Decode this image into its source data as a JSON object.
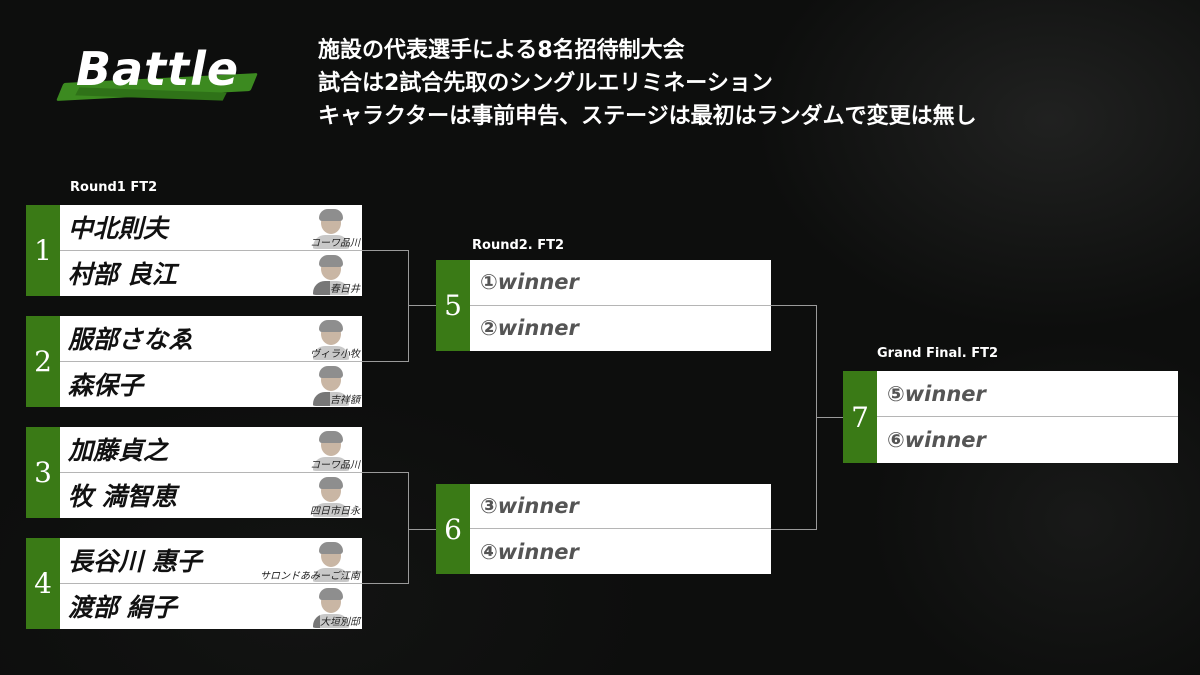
{
  "logo": {
    "text": "Battle"
  },
  "description": [
    "施設の代表選手による8名招待制大会",
    "試合は2試合先取のシングルエリミネーション",
    "キャラクターは事前申告、ステージは最初はランダムで変更は無し"
  ],
  "rounds": {
    "round1": "Round1  FT2",
    "round2": "Round2. FT2",
    "final": "Grand Final. FT2"
  },
  "matches": [
    {
      "num": "1",
      "players": [
        {
          "name": "中北則夫",
          "facility": "コーワ品川"
        },
        {
          "name": "村部 良江",
          "facility": "春日井"
        }
      ]
    },
    {
      "num": "2",
      "players": [
        {
          "name": "服部さなゑ",
          "facility": "ヴィラ小牧"
        },
        {
          "name": "森保子",
          "facility": "吉祥額"
        }
      ]
    },
    {
      "num": "3",
      "players": [
        {
          "name": "加藤貞之",
          "facility": "コーワ品川"
        },
        {
          "name": "牧 満智恵",
          "facility": "四日市日永"
        }
      ]
    },
    {
      "num": "4",
      "players": [
        {
          "name": "長谷川 惠子",
          "facility": "サロンドあみーご江南"
        },
        {
          "name": "渡部 絹子",
          "facility": "大垣別邸"
        }
      ]
    },
    {
      "num": "5",
      "slots": [
        "①winner",
        "②winner"
      ]
    },
    {
      "num": "6",
      "slots": [
        "③winner",
        "④winner"
      ]
    },
    {
      "num": "7",
      "slots": [
        "⑤winner",
        "⑥winner"
      ]
    }
  ],
  "colors": {
    "accent": "#3a7a16",
    "background": "#0d0e0d",
    "box": "#ffffff"
  }
}
